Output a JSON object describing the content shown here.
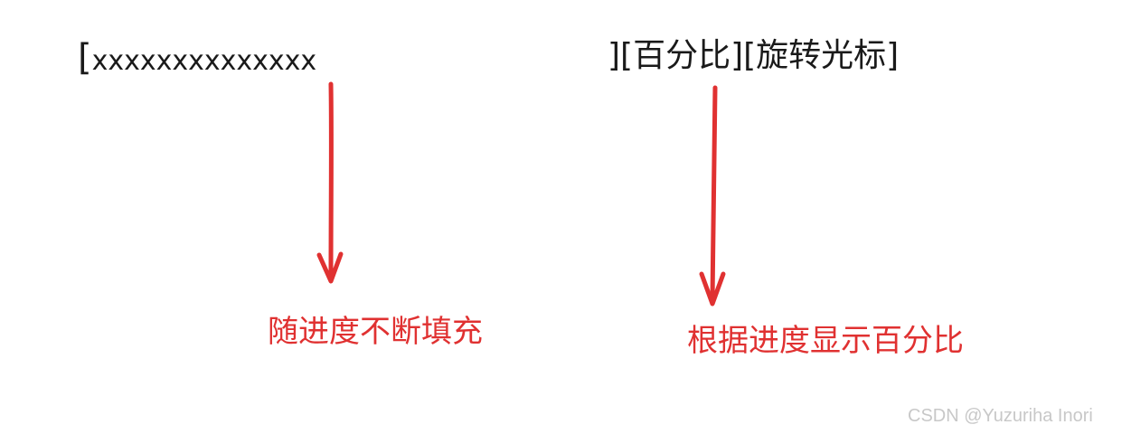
{
  "progress_bar": {
    "open_bracket": "[",
    "fill_chars": "xxxxxxxxxxxxxx"
  },
  "suffix": {
    "text": "][百分比][旋转光标]"
  },
  "annotations": {
    "left": "随进度不断填充",
    "right": "根据进度显示百分比"
  },
  "watermark": {
    "text": "CSDN @Yuzuriha  Inori"
  },
  "colors": {
    "text": "#1a1a1a",
    "accent": "#e03131",
    "watermark": "#c8c8c8"
  }
}
